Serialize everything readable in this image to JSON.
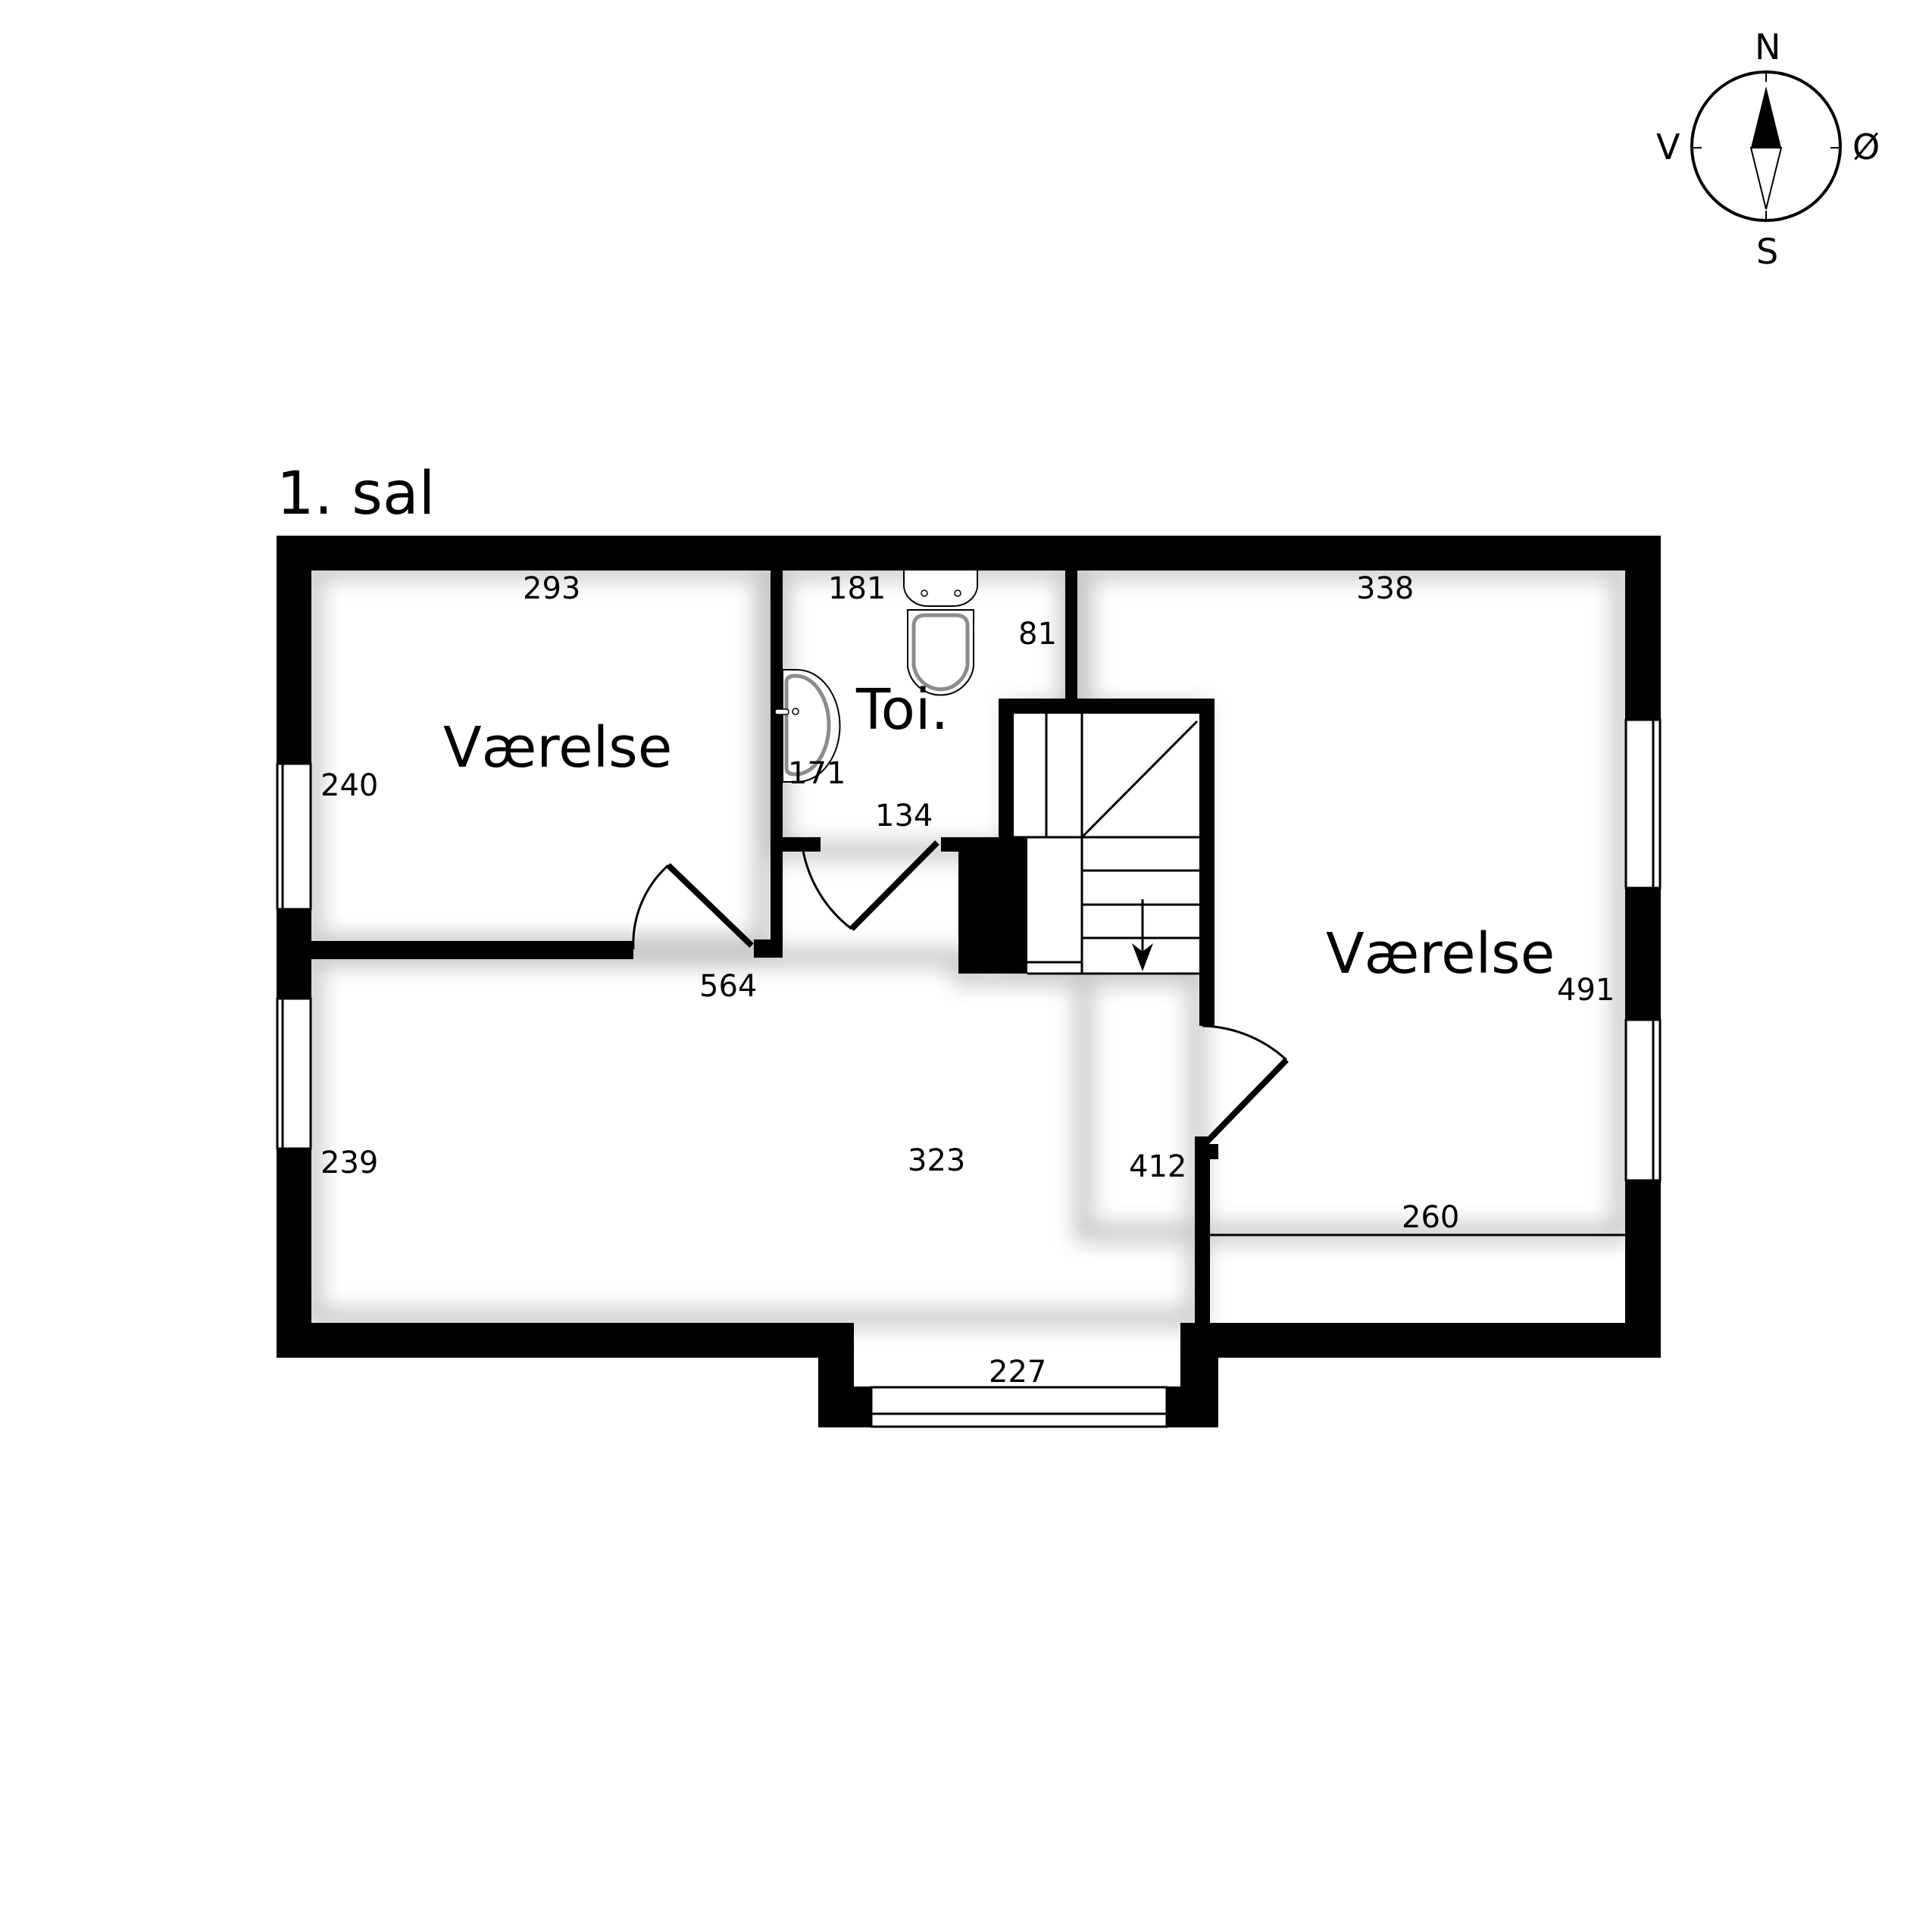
{
  "floor_title": "1. sal",
  "compass": {
    "north": "N",
    "south": "S",
    "west": "V",
    "east": "Ø"
  },
  "rooms": {
    "bedroom_west": {
      "label": "Værelse",
      "dim_width": "293",
      "dim_height": "240"
    },
    "toilet": {
      "label": "Toi.",
      "dim_top": "181",
      "dim_right": "81",
      "dim_left": "171",
      "dim_bottom": "134"
    },
    "bedroom_east": {
      "label": "Værelse",
      "dim_width": "338",
      "dim_height": "491",
      "dim_bottom": "260"
    },
    "hall": {
      "dim_top": "564",
      "dim_left": "239",
      "dim_center": "323",
      "dim_right": "412",
      "dim_bay": "227"
    }
  },
  "icons": [
    "compass-icon",
    "toilet-icon",
    "sink-icon",
    "staircase-icon",
    "stair-arrow-down-icon",
    "door-swing-icon",
    "window-icon"
  ],
  "colors": {
    "wall": "#000000",
    "floor": "#ffffff",
    "shadow": "#9a9a9a",
    "fixture_inner": "#8c8c8c"
  }
}
